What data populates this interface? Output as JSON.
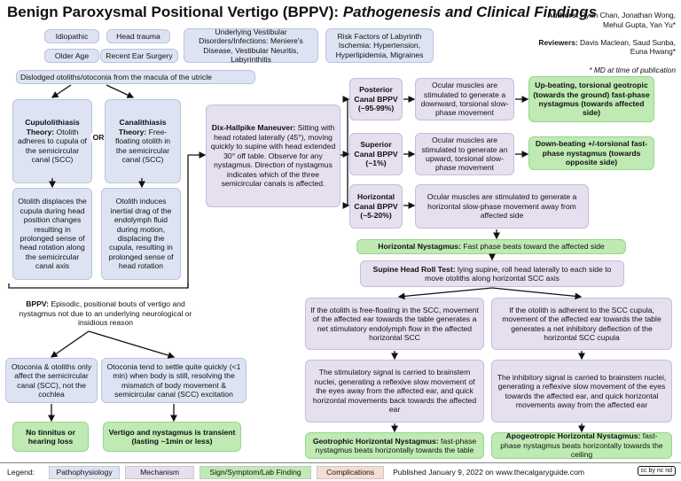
{
  "header": {
    "title_main": "Benign Paroxysmal Positional Vertigo (BPPV): ",
    "title_sub": "Pathogenesis and Clinical Findings",
    "authors_label": "Authors: ",
    "authors": "Ryan Chan, Jonathan Wong, Mehul Gupta, Yan Yu*",
    "reviewers_label": "Reviewers: ",
    "reviewers": "Davis Maclean, Saud Sunba, Euna Hwang*",
    "note": "* MD at time of publication"
  },
  "risk_factors": {
    "idiopathic": "Idiopathic",
    "head_trauma": "Head trauma",
    "older_age": "Older Age",
    "recent_surgery": "Recent Ear Surgery",
    "underlying": "Underlying Vestibular Disorders/Infections: Meniere's Disease, Vestibular Neuritis, Labyrinthitis",
    "ischemia": "Risk Factors of Labyrinth Ischemia: Hypertension, Hyperlipidemia, Migraines"
  },
  "dislodged": "Dislodged otoliths/otoconia from the macula of the utricle",
  "cupulolithiasis": {
    "heading": "Cupulolithiasis Theory:",
    "text": " Otolith adheres to cupula of the semicircular canal (SCC)",
    "effect": "Otolith displaces the cupula during head position changes resulting in prolonged sense of head rotation along the semicircular canal axis"
  },
  "or_label": "OR",
  "canalithiasis": {
    "heading": "Canalithiasis Theory:",
    "text": " Free-floating otolith in the semicircular canal (SCC)",
    "effect": "Otolith induces inertial drag of the endolymph fluid during motion, displacing the cupula, resulting in prolonged sense of head rotation"
  },
  "bppv": {
    "heading": "BPPV:",
    "text": " Episodic, positional bouts of vertigo and nystagmus not due to an underlying neurological or insidious reason"
  },
  "otoconia_scc": "Otoconia & otoliths only affect the semicircular canal (SCC), not the cochlea",
  "no_tinnitus": "No tinnitus or hearing loss",
  "otoconia_settle": "Otoconia tend to settle quite quickly (<1 min) when body is still, resolving the mismatch of body movement & semicircular canal (SCC) excitation",
  "vertigo_transient": "Vertigo and nystagmus is transient (lasting ~1min or less)",
  "dix_hallpike": {
    "heading": "Dix-Hallpike Maneuver:",
    "text": " Sitting with head rotated laterally (45°), moving quickly to supine with head extended 30° off table. Observe for any nystagmus. Direction of nystagmus indicates which of the three semicircular canals is affected."
  },
  "canals": [
    {
      "name": "Posterior Canal BPPV (~95-99%)",
      "mechanism": "Ocular muscles are stimulated to generate a downward, torsional slow-phase movement",
      "finding": "Up-beating, torsional geotropic (towards the ground) fast-phase nystagmus (towards affected side)"
    },
    {
      "name": "Superior Canal BPPV (~1%)",
      "mechanism": "Ocular muscles are stimulated to generate an upward, torsional slow-phase movement",
      "finding": "Down-beating +/-torsional fast-phase nystagmus (towards opposite side)"
    },
    {
      "name": "Horizontal Canal BPPV (~5-20%)",
      "mechanism": "Ocular muscles are stimulated to generate a horizontal slow-phase movement away from affected side"
    }
  ],
  "horizontal_nystagmus": {
    "heading": "Horizontal Nystagmus:",
    "text": " Fast phase beats toward the affected side"
  },
  "supine_roll": {
    "heading": "Supine Head Roll Test:",
    "text": " lying supine, roll head laterally to each side to move otoliths along horizontal SCC axis"
  },
  "free_floating": {
    "condition": "If the otolith is free-floating in the SCC, movement of the affected ear towards the table generates a net stimulatory endolymph flow in the affected horizontal SCC",
    "signal": "The stimulatory signal is carried to brainstem nuclei, generating a reflexive slow movement of the eyes away from the affected ear, and quick horizontal movements back towards the affected ear",
    "result_heading": "Geotrophic Horizontal Nystagmus:",
    "result_text": " fast-phase nystagmus beats horizontally towards the table"
  },
  "adherent": {
    "condition": "If the otolith is adherent to the SCC cupula, movement of the affected ear towards the table generates a net inhibitory deflection of the horizontal SCC cupula",
    "signal": "The inhibitory signal is carried to brainstem nuclei, generating a reflexive slow movement of the eyes towards the affected ear, and quick horizontal movements away from the affected ear",
    "result_heading": "Apogeotropic Horizontal Nystagmus:",
    "result_text": " fast-phase nystagmus beats horizontally towards the ceiling"
  },
  "legend": {
    "label": "Legend:",
    "items": [
      "Pathophysiology",
      "Mechanism",
      "Sign/Symptom/Lab Finding",
      "Complications"
    ],
    "colors": [
      "#dde3f2",
      "#e5dff0",
      "#bfeab3",
      "#f7dcd4"
    ],
    "published": "Published January 9, 2022 on www.thecalgaryguide.com",
    "license": "cc by nc nd"
  }
}
